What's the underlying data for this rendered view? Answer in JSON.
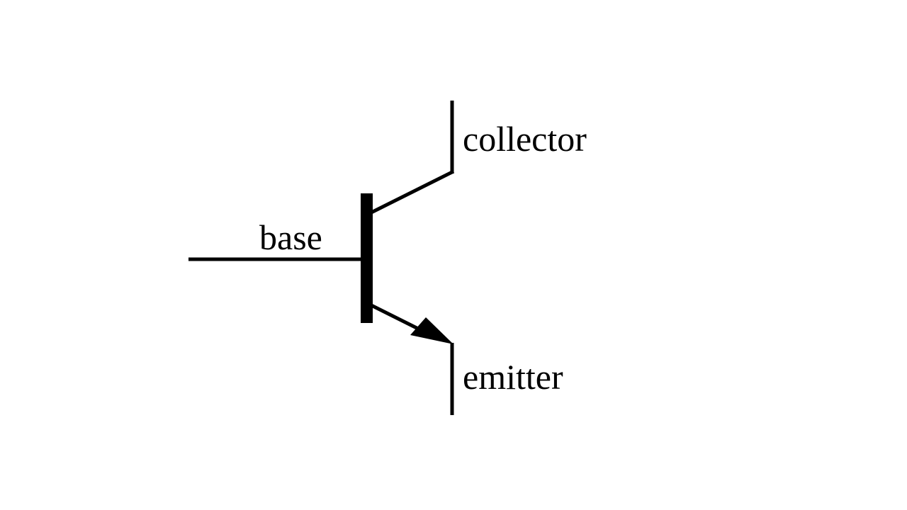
{
  "diagram": {
    "symbol": "npn-bipolar-transistor",
    "labels": {
      "collector": "collector",
      "base": "base",
      "emitter": "emitter"
    },
    "stroke_color": "#000000",
    "background": "#ffffff"
  }
}
